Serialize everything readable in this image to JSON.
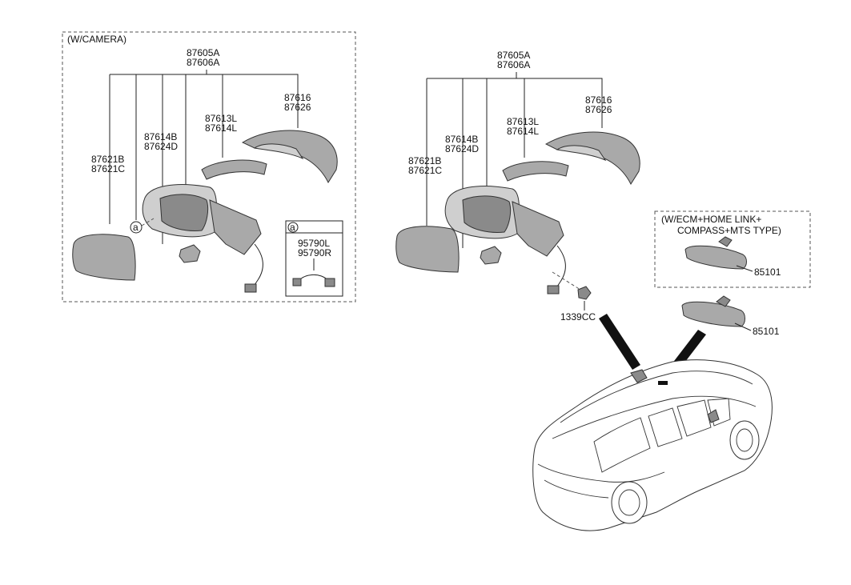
{
  "left_group": {
    "title": "(W/CAMERA)",
    "labels": {
      "top_a": "87605A",
      "top_b": "87606A",
      "cover_a": "87616",
      "cover_b": "87626",
      "lamp_a": "87613L",
      "lamp_b": "87614L",
      "actuator_a": "87614B",
      "actuator_b": "87624D",
      "glass_a": "87621B",
      "glass_b": "87621C"
    },
    "callout": "a",
    "inset": {
      "callout": "a",
      "label_a": "95790L",
      "label_b": "95790R"
    }
  },
  "middle_group": {
    "labels": {
      "top_a": "87605A",
      "top_b": "87606A",
      "cover_a": "87616",
      "cover_b": "87626",
      "lamp_a": "87613L",
      "lamp_b": "87614L",
      "actuator_a": "87614B",
      "actuator_b": "87624D",
      "glass_a": "87621B",
      "glass_b": "87621C"
    },
    "fastener": "1339CC"
  },
  "right_group": {
    "ecm_title_a": "(W/ECM+HOME LINK+",
    "ecm_title_b": "COMPASS+MTS TYPE)",
    "ecm_mirror": "85101",
    "std_mirror": "85101"
  },
  "colors": {
    "part_fill": "#a9a9a9",
    "line": "#222222",
    "box_dash": "#555555"
  }
}
